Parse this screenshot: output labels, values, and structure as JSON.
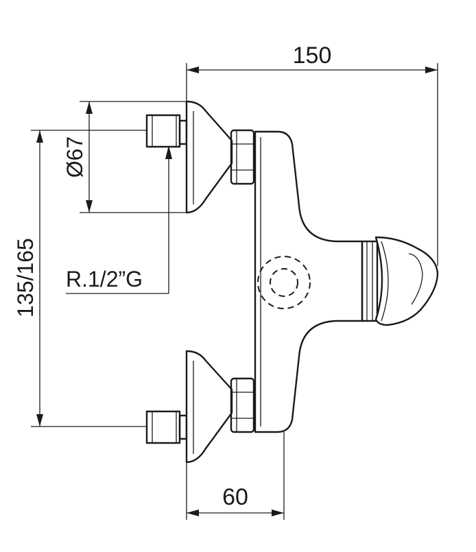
{
  "dimensions": {
    "overall_width": "150",
    "depth": "60",
    "eccentric_centers": "135/165",
    "diameter": "Ø67",
    "thread": "R.1/2”G"
  }
}
